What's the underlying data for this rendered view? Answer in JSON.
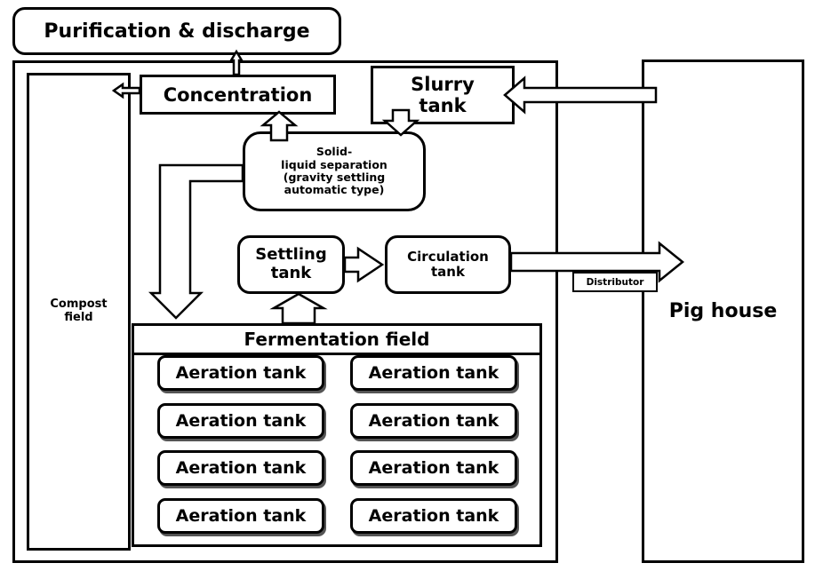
{
  "purification": "Purification & discharge",
  "concentration": "Concentration",
  "slurry_tank": "Slurry\ntank",
  "compost_field": "Compost\nfield",
  "separation": "Solid-\nliquid separation\n(gravity settling\nautomatic type)",
  "settling_tank": "Settling\ntank",
  "circulation_tank": "Circulation\ntank",
  "distributor": "Distributor",
  "pig_house": "Pig house",
  "fermentation_field": "Fermentation field",
  "aeration_tanks": [
    "Aeration tank",
    "Aeration tank",
    "Aeration tank",
    "Aeration tank",
    "Aeration tank",
    "Aeration tank",
    "Aeration tank",
    "Aeration tank"
  ]
}
